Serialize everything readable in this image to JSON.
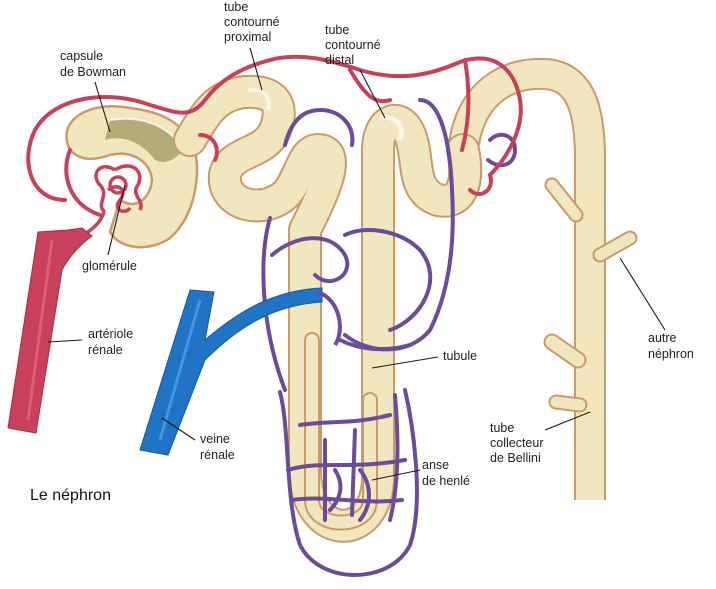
{
  "title": "Le néphron",
  "labels": {
    "tube_proximal": [
      "tube",
      "contourné",
      "proximal"
    ],
    "capsule": [
      "capsule",
      "de Bowman"
    ],
    "tube_distal": [
      "tube",
      "contourné",
      "distal"
    ],
    "glomerule": [
      "glomérule"
    ],
    "arteriole": [
      "artériole",
      "rénale"
    ],
    "veine": [
      "veine",
      "rénale"
    ],
    "tubule": [
      "tubule"
    ],
    "anse": [
      "anse",
      "de henlé"
    ],
    "collecteur": [
      "tube",
      "collecteur",
      "de Bellini"
    ],
    "autre": [
      "autre",
      "néphron"
    ]
  },
  "colors": {
    "tube_fill": "#f1e6bd",
    "tube_edge": "#c99a6b",
    "artery": "#c9405a",
    "vein_blue": "#1f74c6",
    "vein_purple": "#6b4c9a",
    "capsule_shade": "#9c9a62"
  }
}
